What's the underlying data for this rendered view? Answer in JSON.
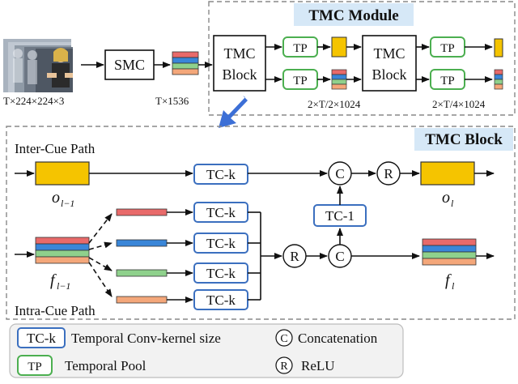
{
  "colors": {
    "blue": "#3b6fbf",
    "green": "#4caf50",
    "yellow": "#f5c400",
    "feat_red": "#e86a6a",
    "feat_blue": "#3a86d8",
    "feat_green": "#8fd18c",
    "feat_orange": "#f4a77a",
    "arrow_blue": "#3c6fd6",
    "panel_bg": "#f2f2f2",
    "title_bg": "#d6e8f7"
  },
  "top": {
    "input_dim": "T×224×224×3",
    "smc": "SMC",
    "smc_out_dim": "T×1536",
    "module_title": "TMC Module",
    "tmc_block_1": [
      "TMC",
      "Block"
    ],
    "tmc_block_2": [
      "TMC",
      "Block"
    ],
    "tp_label": "TP",
    "dim_half": "2×T/2×1024",
    "dim_quarter": "2×T/4×1024"
  },
  "block": {
    "title": "TMC Block",
    "inter_cue": "Inter-Cue Path",
    "intra_cue": "Intra-Cue Path",
    "tck": "TC-k",
    "tc1": "TC-1",
    "concat": "C",
    "relu": "R",
    "o_prev": "o",
    "o_prev_sub": "l−1",
    "o_next": "o",
    "o_next_sub": "l",
    "f_prev": "f",
    "f_prev_sub": "l−1",
    "f_next": "f",
    "f_next_sub": "l"
  },
  "legend": {
    "tck_icon": "TC-k",
    "tck_text": "Temporal Conv-kernel size",
    "tp_icon": "TP",
    "tp_text": "Temporal Pool",
    "c_icon": "C",
    "c_text": "Concatenation",
    "r_icon": "R",
    "r_text": "ReLU"
  }
}
